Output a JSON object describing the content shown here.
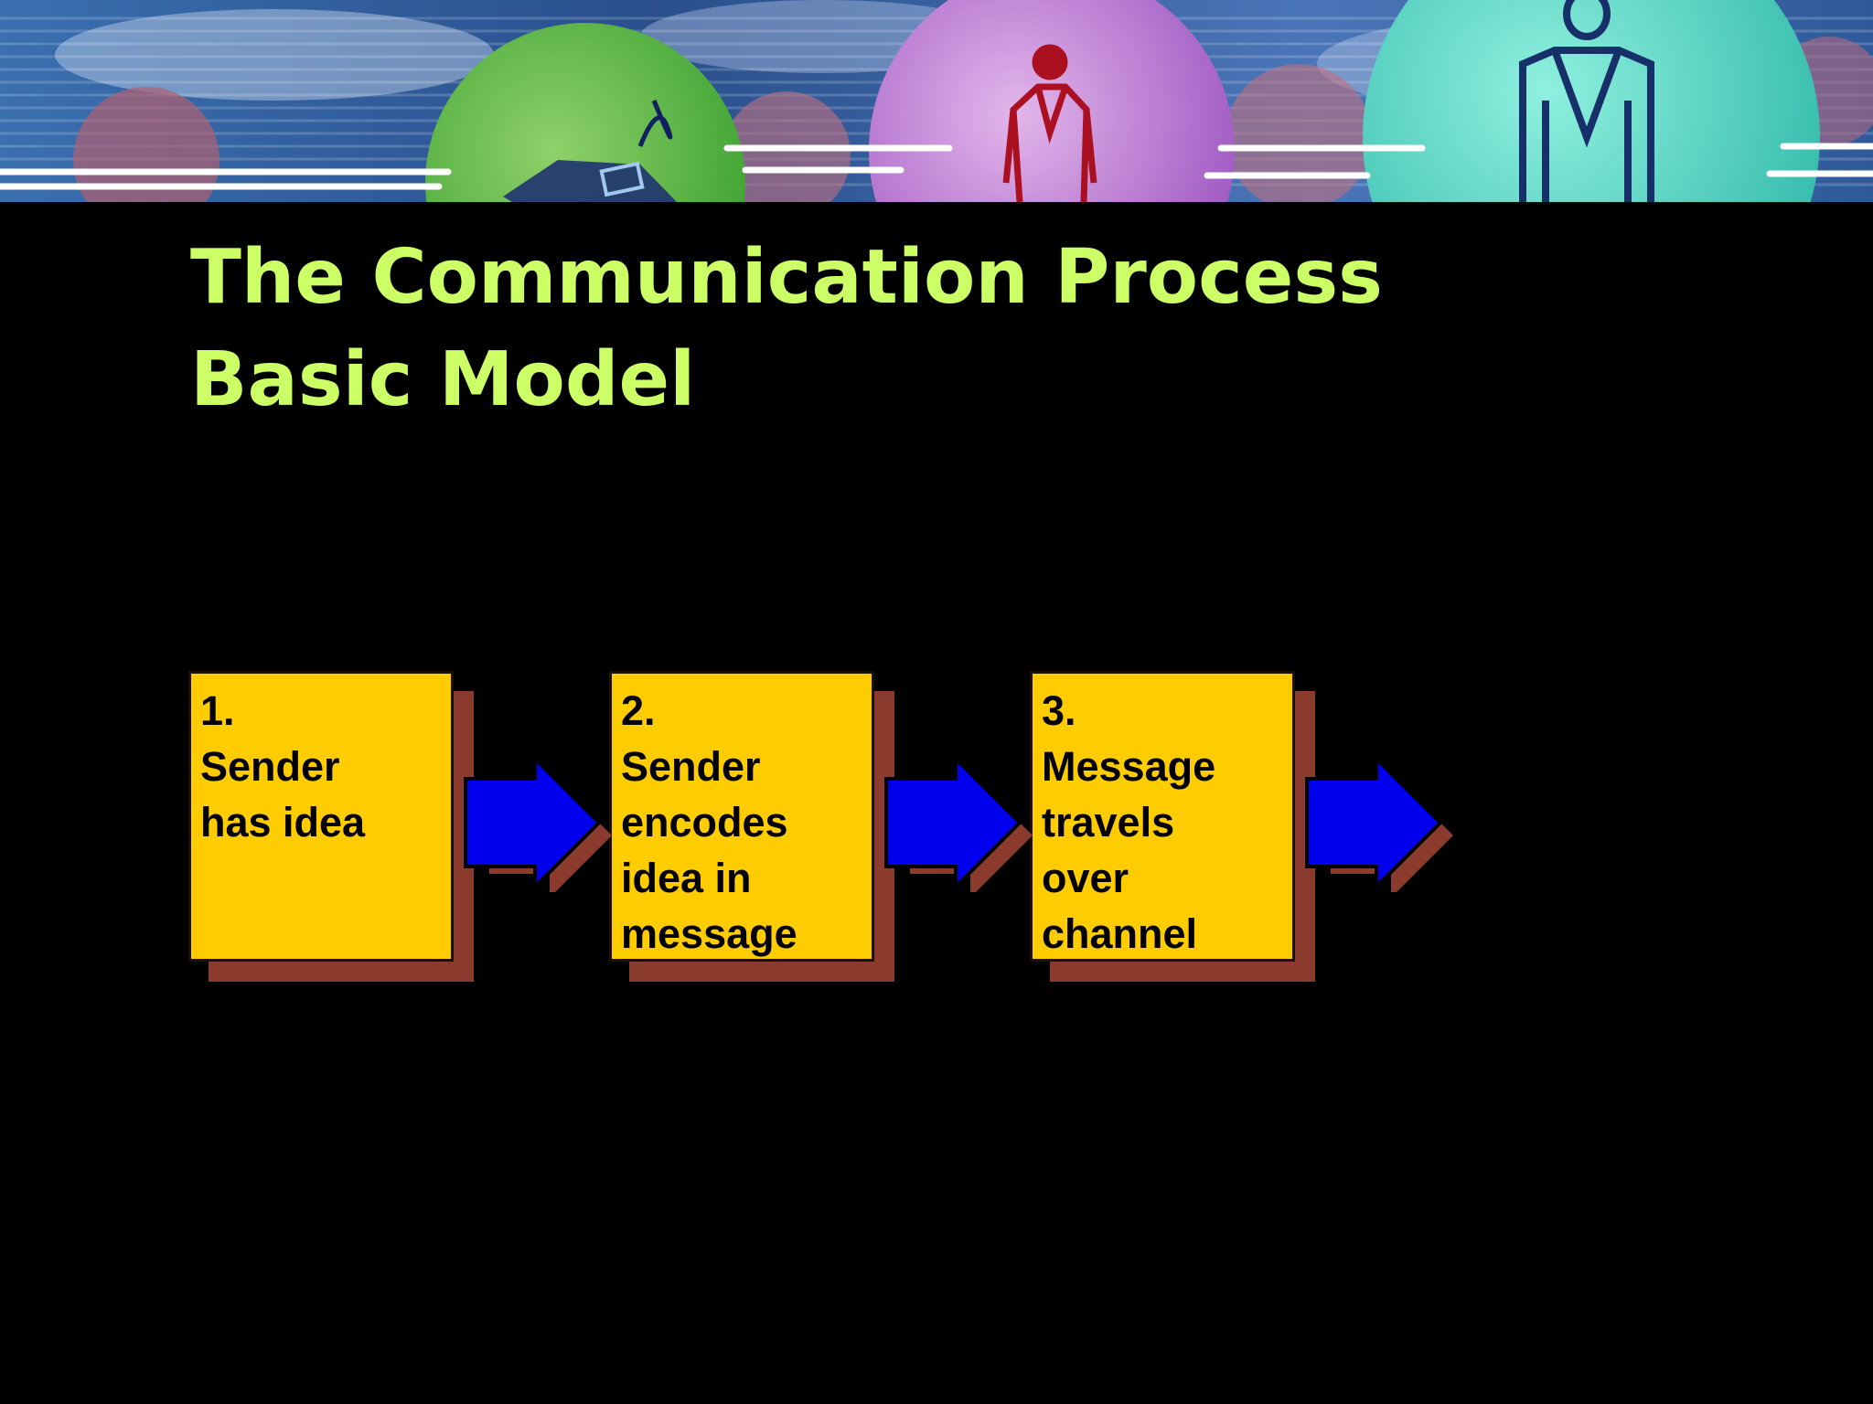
{
  "slide": {
    "title_lines": [
      "The Communication Process",
      "Basic Model"
    ]
  },
  "steps": [
    {
      "number": "1.",
      "lines": [
        "Sender",
        "has idea"
      ]
    },
    {
      "number": "2.",
      "lines": [
        "Sender",
        "encodes",
        "idea in",
        "message"
      ]
    },
    {
      "number": "3.",
      "lines": [
        "Message",
        "travels",
        "over",
        "channel"
      ]
    }
  ],
  "colors": {
    "background": "#000000",
    "title": "#ccff66",
    "box_fill": "#ffcc00",
    "box_shadow": "#8b3a2e",
    "arrow_fill": "#0000ee"
  }
}
